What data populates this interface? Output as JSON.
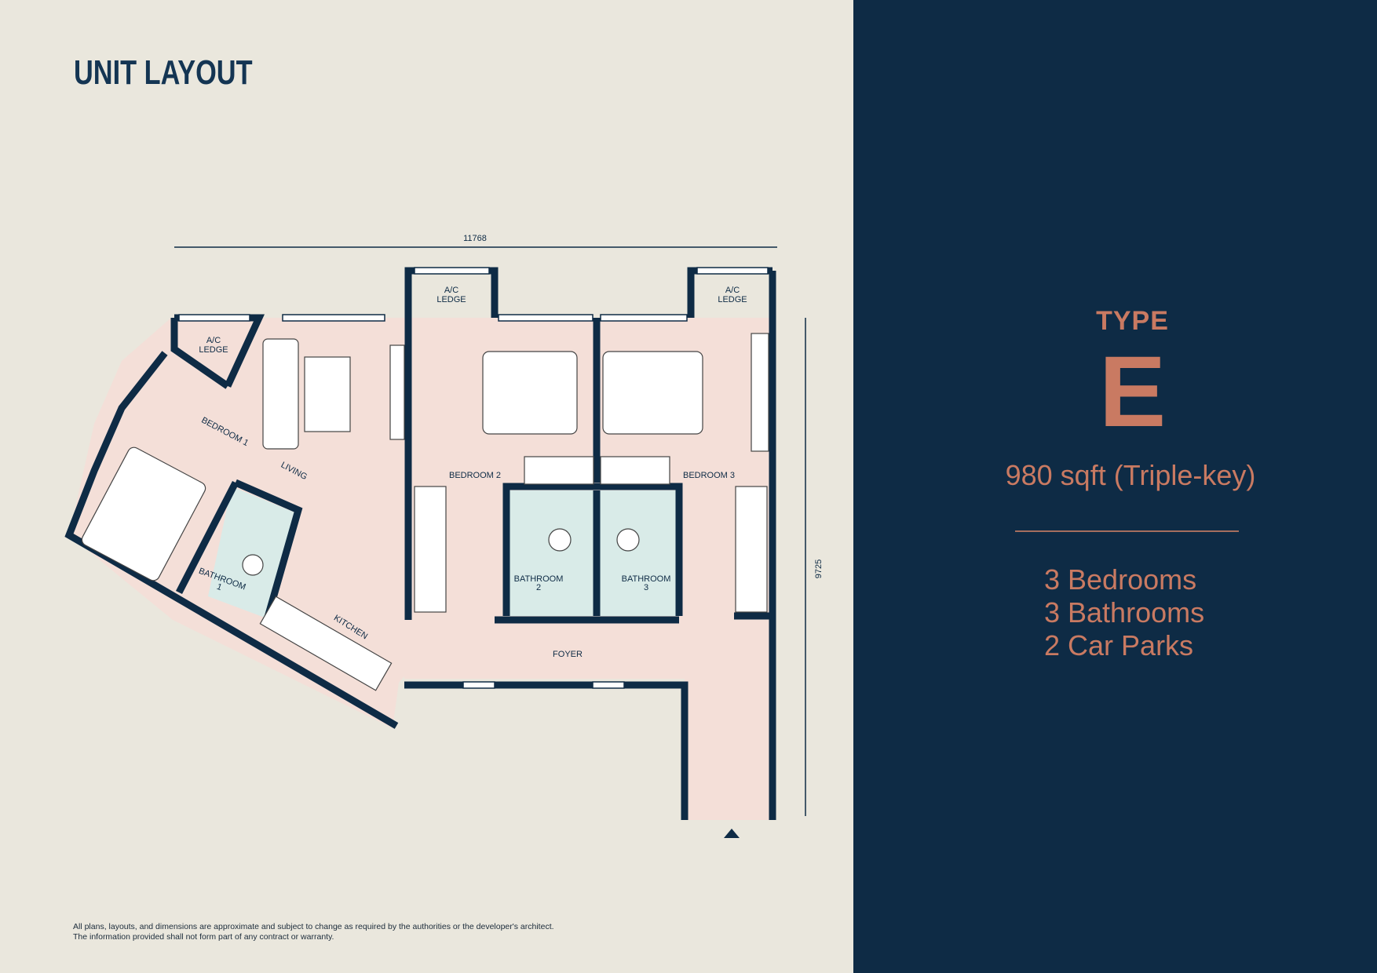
{
  "header": {
    "title": "UNIT LAYOUT"
  },
  "plan": {
    "dimension_width": "11768",
    "dimension_depth": "9725",
    "rooms": {
      "ac_ledge_1": [
        "A/C",
        "LEDGE"
      ],
      "ac_ledge_2": [
        "A/C",
        "LEDGE"
      ],
      "ac_ledge_3": [
        "A/C",
        "LEDGE"
      ],
      "bedroom_1": "BEDROOM 1",
      "living": "LIVING",
      "bedroom_2": "BEDROOM 2",
      "bedroom_3": "BEDROOM 3",
      "bathroom_1": [
        "BATHROOM",
        "1"
      ],
      "bathroom_2": [
        "BATHROOM",
        "2"
      ],
      "bathroom_3": [
        "BATHROOM",
        "3"
      ],
      "kitchen": "KITCHEN",
      "foyer": "FOYER"
    }
  },
  "unit": {
    "type_label": "TYPE",
    "type_letter": "E",
    "area": "980 sqft (Triple-key)",
    "features": [
      "3 Bedrooms",
      "3 Bathrooms",
      "2 Car Parks"
    ]
  },
  "disclaimer": [
    "All plans, layouts, and dimensions are approximate and subject to change as required by the authorities or the developer's architect.",
    "The information provided shall not form part of any contract or warranty."
  ],
  "colors": {
    "wall": "#0e2b45",
    "floor": "#f4dfd8",
    "bath": "#d9ebe8",
    "accent": "#c97a62",
    "left_bg": "#eae7dd",
    "right_bg": "#0e2b45"
  }
}
